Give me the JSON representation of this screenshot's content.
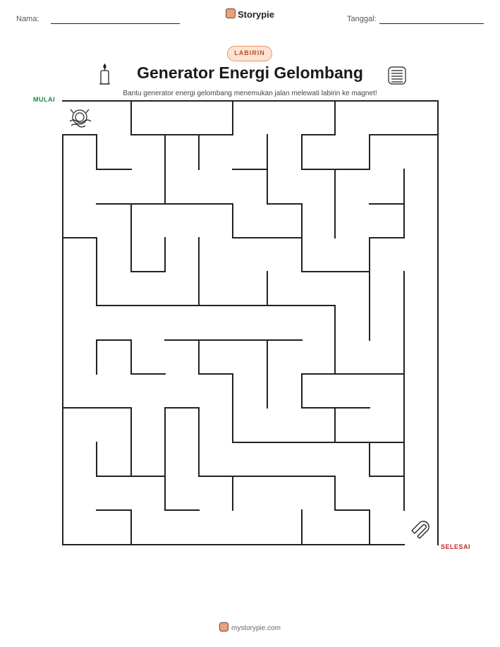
{
  "header": {
    "name_label": "Nama:",
    "date_label": "Tanggal:",
    "brand": "Storypie"
  },
  "badge": "LABIRIN",
  "title": "Generator Energi Gelombang",
  "subtitle": "Bantu generator energi gelombang menemukan jalan melewati labirin ke magnet!",
  "maze": {
    "start_label": "MULAI",
    "finish_label": "SELESAI",
    "start_icon": "wave-generator-icon",
    "finish_icon": "magnet-icon"
  },
  "footer": {
    "site": "mystorypie.com"
  },
  "colors": {
    "start": "#1e8a3a",
    "finish": "#c62828",
    "badge_bg": "#fde3d2",
    "badge_border": "#e8966b"
  }
}
